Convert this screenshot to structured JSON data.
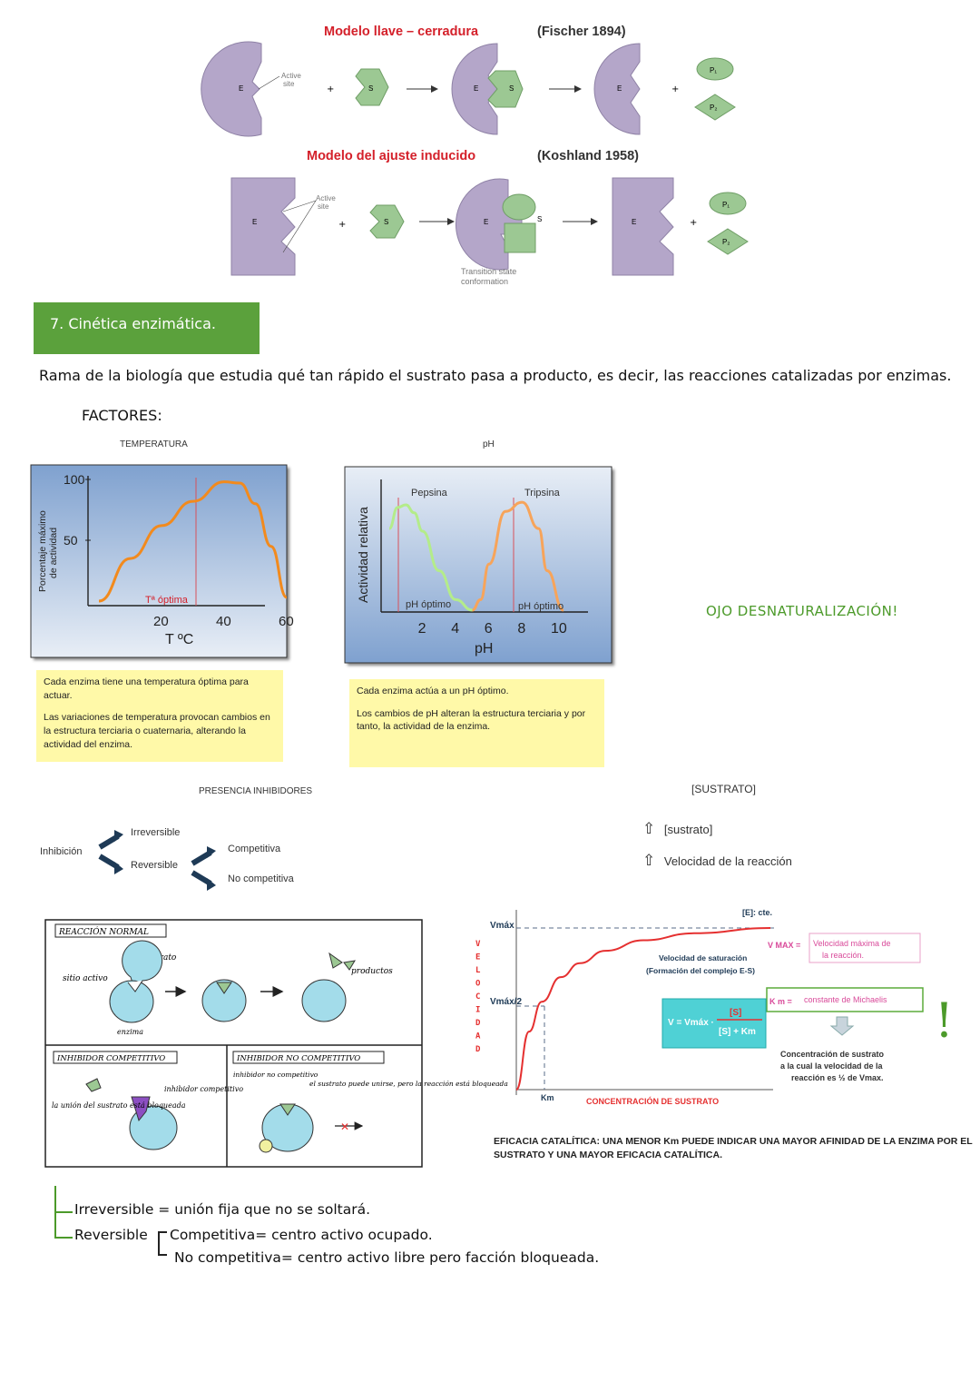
{
  "models": {
    "lock_key_title": "Modelo llave – cerradura",
    "lock_key_ref": "(Fischer 1894)",
    "induced_fit_title": "Modelo del ajuste inducido",
    "induced_fit_ref": "(Koshland 1958)",
    "enzyme": "E",
    "substrate": "S",
    "product1": "P₁",
    "product2": "P₂",
    "active_site_line1": "Active",
    "active_site_line2": "site",
    "transition_line1": "Transition state",
    "transition_line2": "conformation",
    "plus": "+"
  },
  "section": {
    "title": "7. Cinética enzimática."
  },
  "intro": "Rama de la biología que estudia qué tan rápido el sustrato pasa a producto, es decir, las reacciones catalizadas por enzimas.",
  "factors_label": "FACTORES:",
  "temperature": {
    "caption": "TEMPERATURA",
    "note1": "Cada enzima tiene una temperatura óptima para actuar.",
    "note2": "Las variaciones de temperatura provocan cambios en la estructura terciaria o cuaternaria, alterando la actividad del enzima."
  },
  "ph": {
    "caption": "pH",
    "note1": "Cada enzima actúa a un pH óptimo.",
    "note2": "Los cambios de pH alteran la estructura terciaria y por tanto, la actividad de la enzima."
  },
  "chart_data": [
    {
      "type": "line",
      "title": "TEMPERATURA",
      "xlabel": "T ºC",
      "ylabel": "Porcentaje máximo de actividad",
      "xticks": [
        "20",
        "40",
        "60"
      ],
      "yticks": [
        "50",
        "100"
      ],
      "annotation": "Tª óptima",
      "series": [
        {
          "x": [
            0,
            10,
            20,
            30,
            40,
            45,
            50,
            55,
            60
          ],
          "y": [
            0,
            35,
            62,
            82,
            98,
            97,
            80,
            45,
            3
          ]
        }
      ],
      "colors": [
        "#f28a1d"
      ]
    },
    {
      "type": "line",
      "title": "pH",
      "xlabel": "pH",
      "ylabel": "Actividad relativa",
      "xticks": [
        "2",
        "4",
        "6",
        "8",
        "10"
      ],
      "annotations": [
        "pH óptimo",
        "pH óptimo"
      ],
      "series": [
        {
          "name": "Pepsina",
          "x": [
            0,
            0.5,
            1,
            1.5,
            2,
            3,
            4,
            5
          ],
          "y": [
            62,
            78,
            80,
            74,
            60,
            30,
            8,
            0
          ]
        },
        {
          "name": "Tripsina",
          "x": [
            5,
            5.5,
            6,
            7,
            8,
            9,
            9.5,
            10.5
          ],
          "y": [
            0,
            8,
            35,
            75,
            82,
            62,
            30,
            0
          ]
        }
      ],
      "colors": [
        "#b4ec8a",
        "#f7a45a"
      ]
    },
    {
      "type": "line",
      "xlabel": "CONCENTRACIÓN DE SUSTRATO",
      "ylabel": "VELOCIDAD",
      "yticks": [
        "Vmáx",
        "Vmáx/2"
      ],
      "xticks": [
        "Km"
      ],
      "series": [
        {
          "x": [
            0,
            0.1,
            0.2,
            0.35,
            0.5,
            0.7,
            1.0,
            1.4,
            2.0
          ],
          "y": [
            0,
            0.33,
            0.5,
            0.64,
            0.72,
            0.79,
            0.85,
            0.89,
            0.92
          ]
        }
      ],
      "colors": [
        "#e53030"
      ]
    }
  ],
  "warning": "OJO DESNATURALIZACIÓN!",
  "inhibitors": {
    "caption": "PRESENCIA INHIBIDORES",
    "root": "Inhibición",
    "irreversible": "Irreversible",
    "reversible": "Reversible",
    "competitive": "Competitiva",
    "noncompetitive": "No competitiva",
    "panel_normal": "REACCIÓN NORMAL",
    "sustrato": "sustrato",
    "sitio_activo": "sitio activo",
    "enzima": "enzima",
    "productos": "productos",
    "panel_comp": "INHIBIDOR COMPETITIVO",
    "comp_note1": "la unión del sustrato está bloqueada",
    "inhibidor_competitivo": "inhibidor competitivo",
    "panel_noncomp": "INHIBIDOR NO COMPETITIVO",
    "inhibidor_no_competitivo": "inhibidor no competitivo",
    "noncomp_note": "el sustrato puede unirse, pero la reacción está bloqueada"
  },
  "substrate": {
    "caption": "[SUSTRATO]",
    "row1": "[sustrato]",
    "row2": "Velocidad de la reacción",
    "e_cte": "[E]: cte.",
    "vmax_def": "Velocidad máxima de la reacción.",
    "vmax_label": "V MAX =",
    "saturation": "Velocidad de saturación (Formación del complejo E-S)",
    "km_label": "K m =",
    "km_def": "constante de Michaelis",
    "formula_left": "V = Vmáx ·",
    "formula_num": "[S]",
    "formula_den": "[S] + Km",
    "km_explain": "Concentración de sustrato a la cual la velocidad de la reacción es ½ de Vmax.",
    "exclam": "!",
    "efficiency": "EFICACIA CATALÍTICA: UNA MENOR Km PUEDE INDICAR UNA MAYOR AFINIDAD DE LA ENZIMA POR EL SUSTRATO Y UNA MAYOR EFICACIA CATALÍTICA."
  },
  "summary": {
    "irreversible": "Irreversible = unión fija que no se soltará.",
    "reversible": "Reversible",
    "competitive": "Competitiva= centro activo ocupado.",
    "noncompetitive": "No competitiva= centro activo libre pero facción bloqueada."
  },
  "colors": {
    "enzyme": "#b4a6c9",
    "substrate": "#9cc893",
    "section": "#5ba13c",
    "note": "#fff9a8",
    "title_red": "#d4202a",
    "blue_enzyme": "#a3dcea"
  }
}
